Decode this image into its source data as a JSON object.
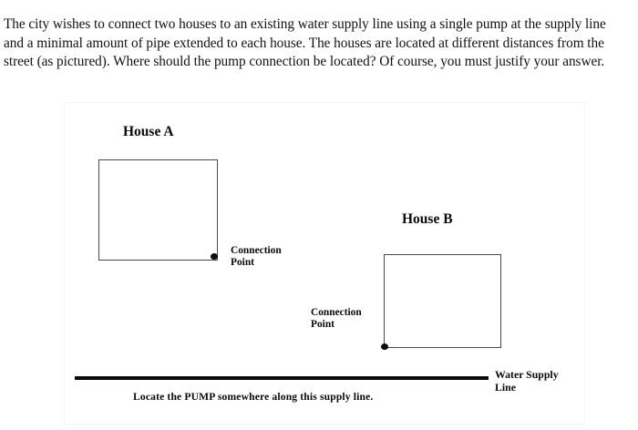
{
  "problem": {
    "statement": "The city wishes to connect two houses to an existing water supply line using a single pump at the supply line and a minimal amount of pipe extended to each house. The houses are located at different distances from the street (as pictured). Where should the pump connection be located? Of course, you must justify your answer."
  },
  "diagram": {
    "house_a": {
      "title": "House A",
      "connection_label_line1": "Connection",
      "connection_label_line2": "Point"
    },
    "house_b": {
      "title": "House B",
      "connection_label_line1": "Connection",
      "connection_label_line2": "Point"
    },
    "supply_line": {
      "label_line1": "Water Supply",
      "label_line2": "Line",
      "caption": "Locate the PUMP somewhere along this supply line."
    }
  },
  "colors": {
    "text": "#111111",
    "ink": "#0a0a0a",
    "house_outline": "#4a4a4a",
    "frame": "#f4f4f4",
    "background": "#ffffff"
  }
}
